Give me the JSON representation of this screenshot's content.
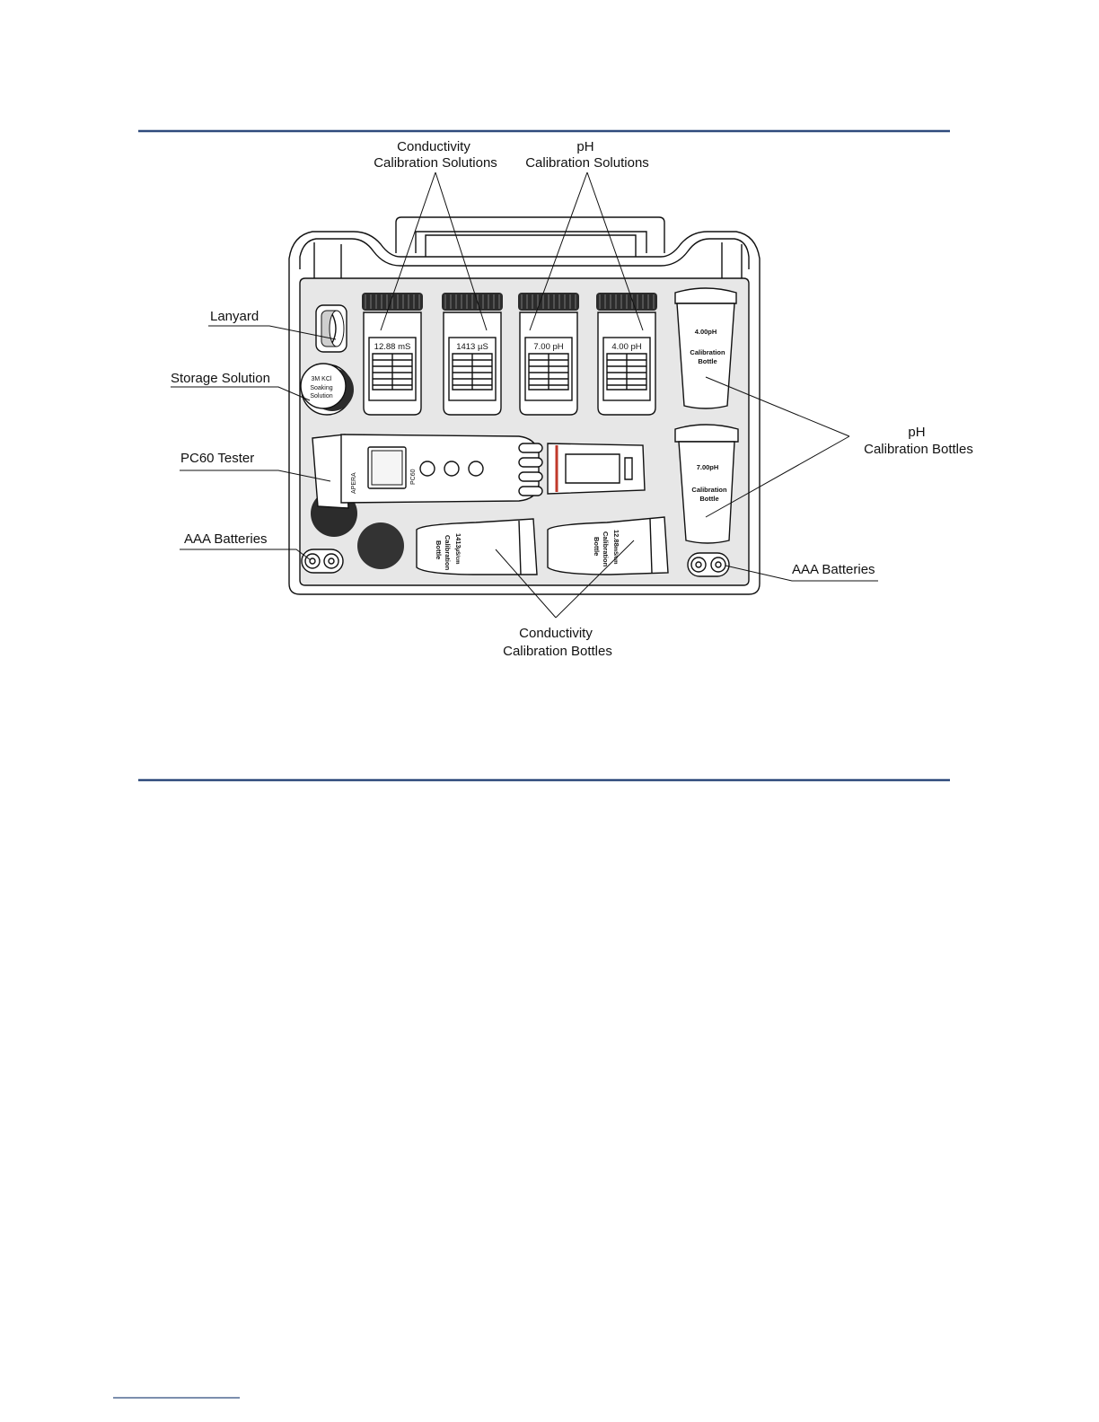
{
  "colors": {
    "rule": "#2f4b7c",
    "tray": "#e7e7e7",
    "ink": "#111111",
    "cap": "#333333",
    "red_band": "#c0392b"
  },
  "labels": {
    "conductivity_solutions": [
      "Conductivity",
      "Calibration Solutions"
    ],
    "ph_solutions": [
      "pH",
      "Calibration Solutions"
    ],
    "lanyard": "Lanyard",
    "storage_solution": "Storage Solution",
    "tester": "PC60 Tester",
    "aaa_left": "AAA Batteries",
    "aaa_right": "AAA Batteries",
    "ph_bottles": [
      "pH",
      "Calibration Bottles"
    ],
    "conductivity_bottles": [
      "Conductivity",
      "Calibration Bottles"
    ]
  },
  "jars": [
    "12.88 mS",
    "1413 µS",
    "7.00 pH",
    "4.00 pH"
  ],
  "storage_bottle": [
    "3M KCl",
    "Soaking",
    "Solution"
  ],
  "cups": [
    {
      "value": "4.00",
      "unit": "pH",
      "text": [
        "Calibration",
        "Bottle"
      ]
    },
    {
      "value": "7.00",
      "unit": "pH",
      "text": [
        "Calibration",
        "Bottle"
      ]
    }
  ],
  "tubes": [
    {
      "value": "1413",
      "unit": "µS/cm",
      "text": [
        "Calibration",
        "Bottle"
      ]
    },
    {
      "value": "12.88",
      "unit": "mS/cm",
      "text": [
        "Calibration",
        "Bottle"
      ]
    }
  ],
  "tester": {
    "brand": "APERA",
    "model": "PC60"
  }
}
